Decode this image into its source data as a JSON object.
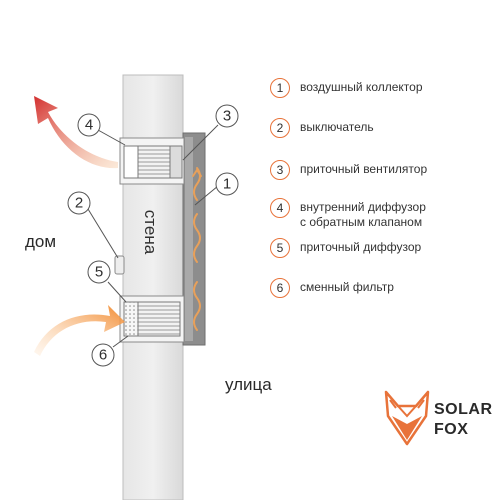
{
  "labels": {
    "wall": "стена",
    "inside": "дом",
    "outside": "улица"
  },
  "callouts": [
    "4",
    "3",
    "1",
    "2",
    "5",
    "6"
  ],
  "legend": [
    {
      "num": "1",
      "text": "воздушный коллектор"
    },
    {
      "num": "2",
      "text": "выключатель"
    },
    {
      "num": "3",
      "text": "приточный вентилятор"
    },
    {
      "num": "4",
      "text": "внутренний диффузор\nс обратным клапаном"
    },
    {
      "num": "5",
      "text": "приточный диффузор"
    },
    {
      "num": "6",
      "text": "сменный фильтр"
    }
  ],
  "logo": {
    "text": "SOLAR\nFOX"
  },
  "colors": {
    "accent": "#e8733a",
    "warm_arrow": "#d32f2f",
    "wall": "#e2e2e2",
    "panel": "#8f8f8f"
  },
  "icons": [
    "arrow-out-icon",
    "arrow-in-icon",
    "fox-logo-icon"
  ]
}
